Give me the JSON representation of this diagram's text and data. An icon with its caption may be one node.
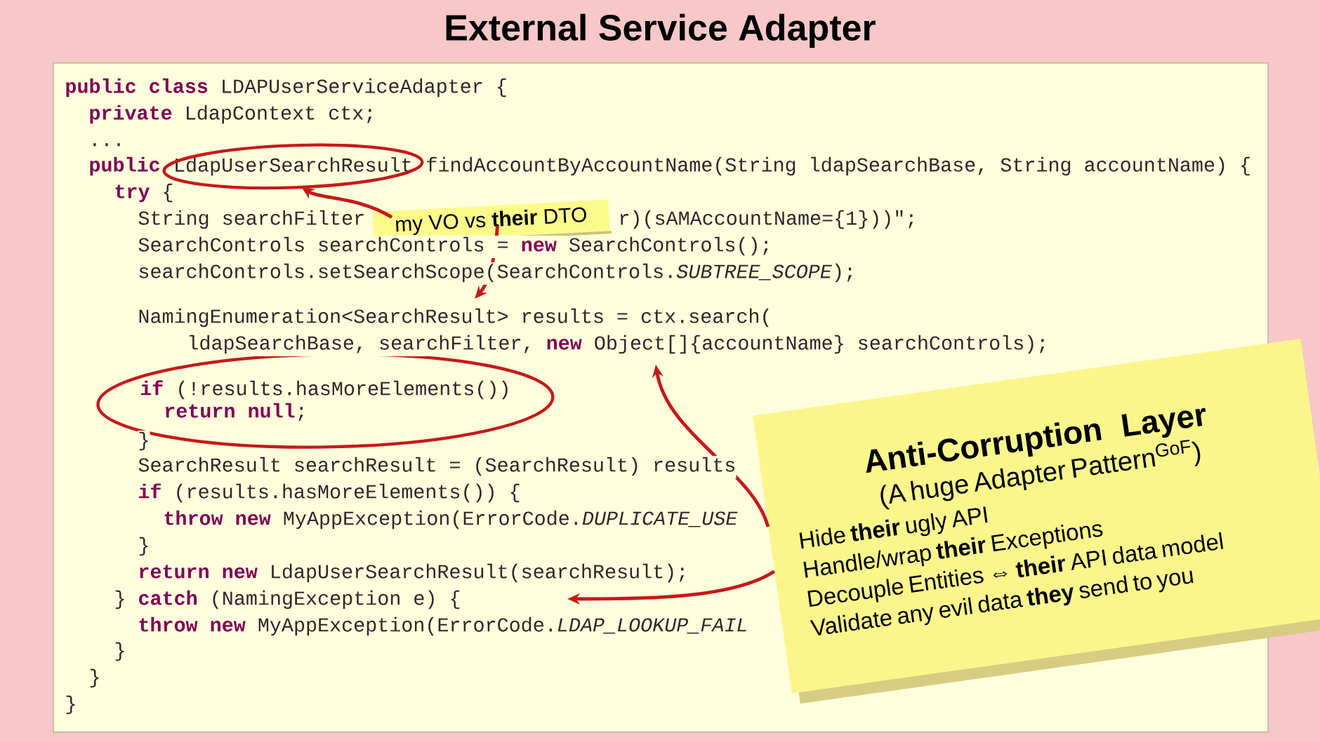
{
  "diagram": {
    "title": "External Service Adapter",
    "nodes": [
      {
        "text": [
          "**public** **class** LDAPUserServiceAdapter {",
          "**private** LdapContext ctx;",
          "...",
          "**public**",
          "findAccountByAccountName(String ldapSearchBase, String accountName) {",
          "**try** {",
          "String searchFilter",
          "r)(sAMAccountName={1}))\";",
          "SearchControls searchControls = **new** SearchControls();",
          "searchControls.setSearchScope(SearchControls.*SUBTREE_SCOPE*);",
          "NamingEnumeration<SearchResult> results = ctx.search(",
          "ldapSearchBase, searchFilter, **new** Object[]{accountName} searchControls);",
          "}",
          "SearchResult searchResult = (SearchResult) results",
          "**if** (results.hasMoreElements()) {",
          "**throw** **new** MyAppException(ErrorCode.*DUPLICATE_USE*",
          "}",
          "**return** **new** LdapUserSearchResult(searchResult);",
          "} **catch** (NamingException e) {",
          "**throw** **new** MyAppException(ErrorCode.*LDAP_LOOKUP_FAIL*",
          "}",
          "}",
          "}"
        ]
      },
      {
        "text": [
          "LdapUserSearchResult"
        ],
        "in": 0
      },
      {
        "text": [
          "my VO vs **their** DTO"
        ],
        "in": 0
      },
      {
        "text": [
          "**if** (!results.hasMoreElements())",
          "**return** **null**;"
        ],
        "in": 0
      },
      {
        "text": [
          "Anti-Corruption Layer",
          "(A huge Adapter Pattern$^{GoF}$)",
          "Hide **their** ugly API",
          "Handle/wrap **their** Exceptions",
          "Decouple Entities ⇔ **their** API data model",
          "Validate any evil data **they** send to you"
        ]
      }
    ],
    "edges": [
      {
        "from": 2,
        "to": 1,
        "arrow": "to"
      },
      {
        "from": 2,
        "to": null,
        "arrow": "to"
      },
      {
        "from": 4,
        "to": null,
        "arrow": "to"
      },
      {
        "from": 4,
        "to": null,
        "arrow": "to"
      }
    ]
  }
}
